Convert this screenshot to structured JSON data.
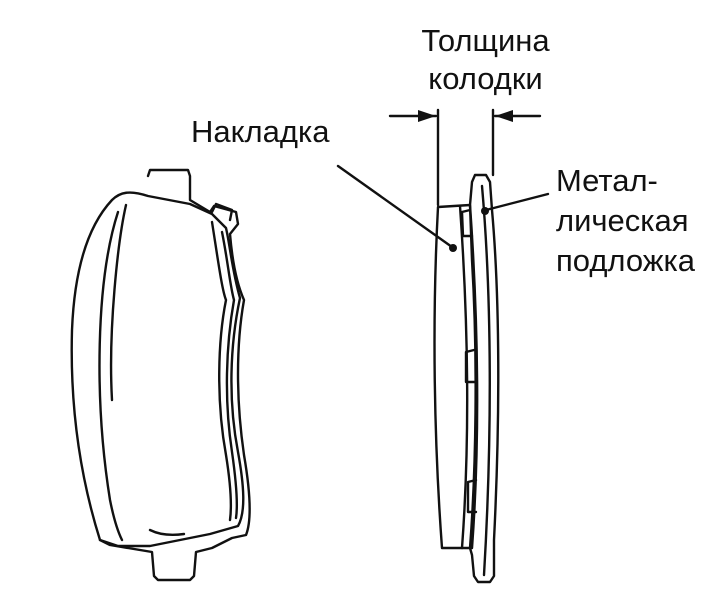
{
  "labels": {
    "thickness_line1": "Толщина",
    "thickness_line2": "колодки",
    "lining": "Накладка",
    "plate_line1": "Метал-",
    "plate_line2": "лическая",
    "plate_line3": "подложка"
  },
  "colors": {
    "stroke": "#111111",
    "background": "#ffffff"
  }
}
